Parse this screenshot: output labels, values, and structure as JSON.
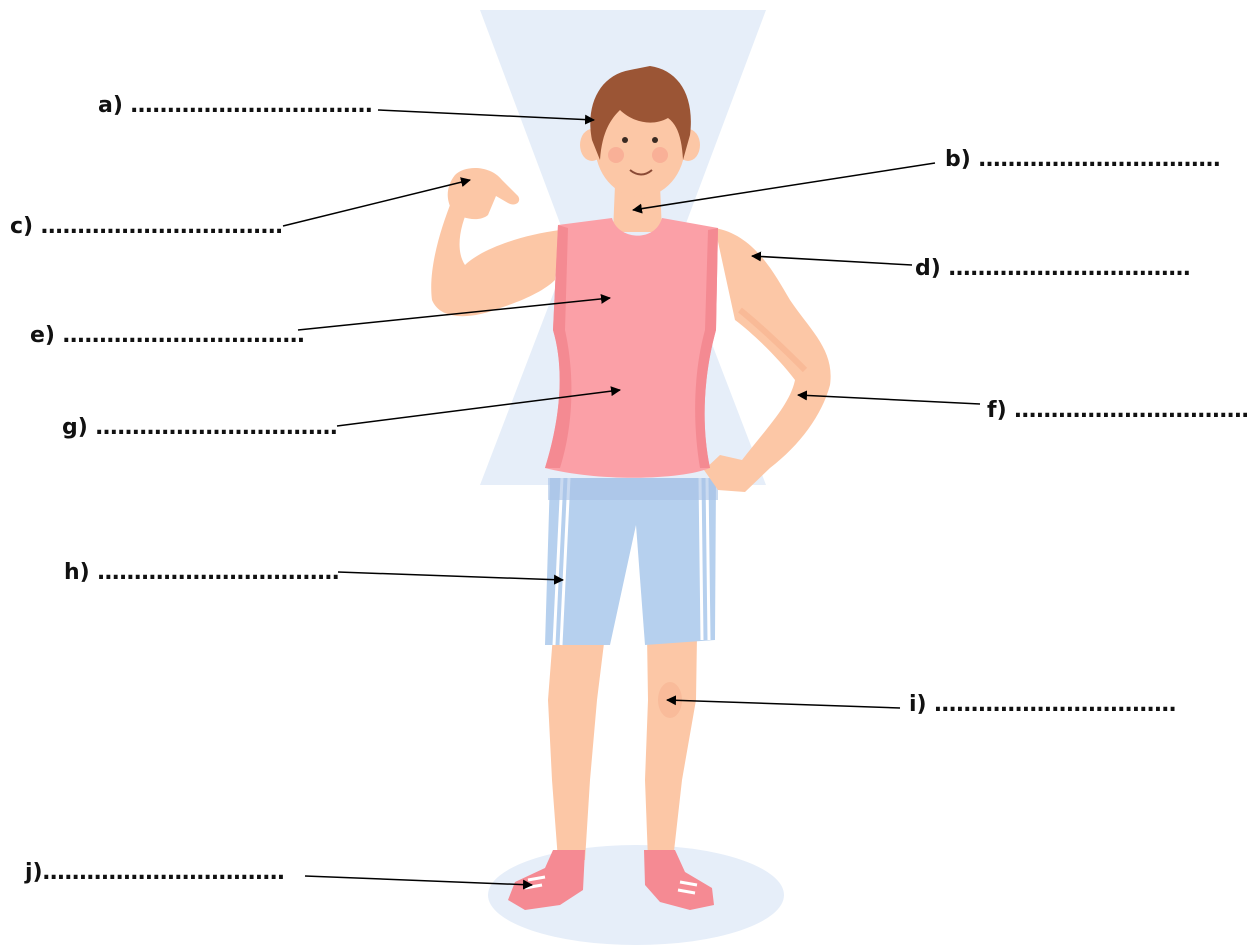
{
  "labels": {
    "a": "a) ……………………………",
    "b": "b) ……………………………",
    "c": "c) ……………………………",
    "d": "d) ……………………………",
    "e": "e) ……………………………",
    "f": "f) ……………………………",
    "g": "g) ……………………………",
    "h": "h) ……………………………",
    "i": "i) ……………………………",
    "j": "j)……………………………"
  },
  "colors": {
    "skin": "#fcc7a6",
    "skin_shadow": "#f6b08e",
    "hair": "#9b5535",
    "shirt": "#fba0a7",
    "shirt_shadow": "#f48a92",
    "shorts": "#b6d0ee",
    "shorts_stripe": "#ffffff",
    "socks": "#f58a93",
    "background_shape": "#e6eef9",
    "arrow": "#000000"
  }
}
